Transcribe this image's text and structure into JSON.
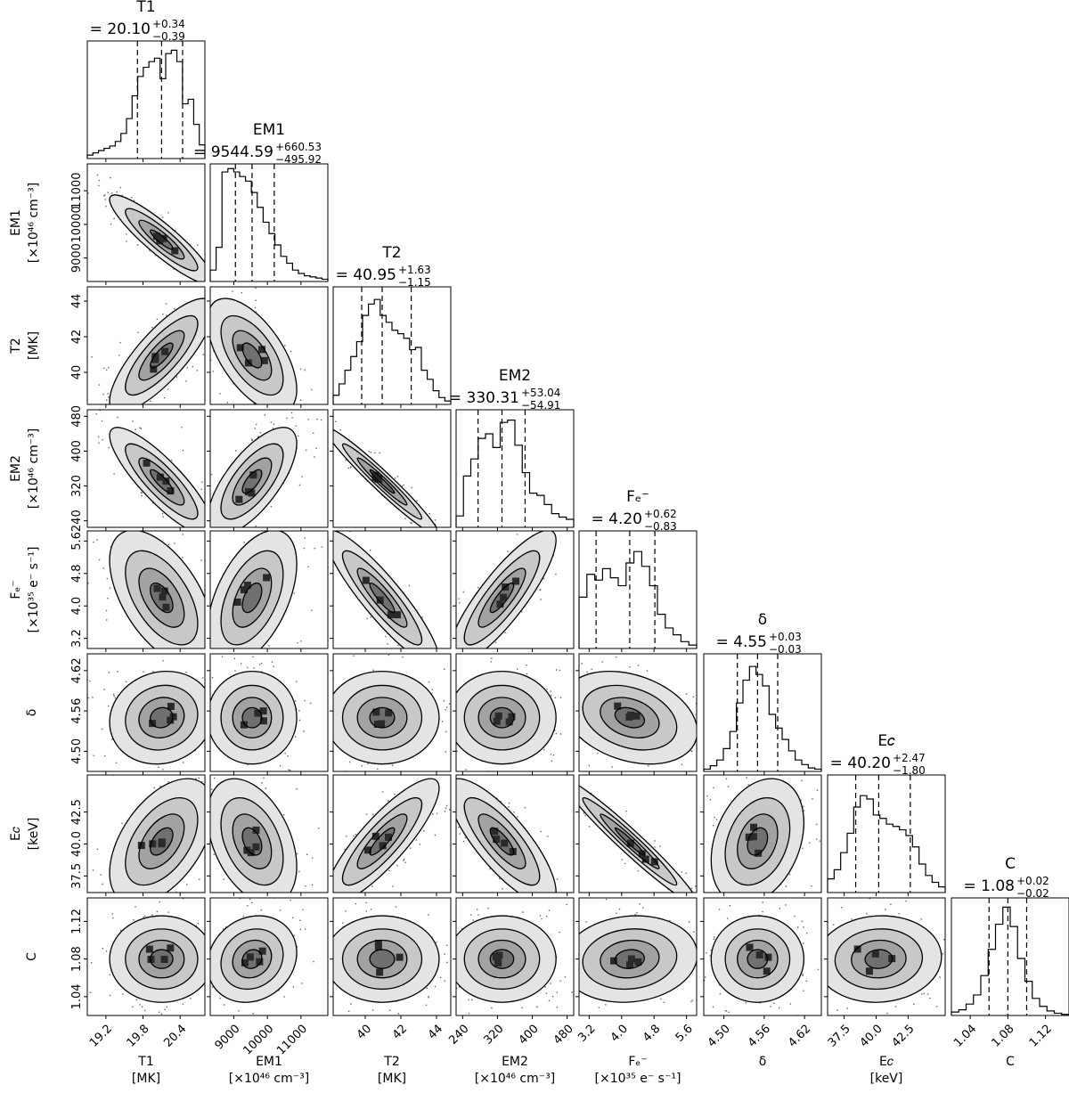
{
  "chart_data": {
    "type": "corner",
    "parameters": [
      {
        "key": "T1",
        "title_name": "T1",
        "median": "20.10",
        "plus": "+0.34",
        "minus": "−0.39",
        "range": [
          18.9,
          20.8
        ],
        "ticks": [
          19.2,
          19.8,
          20.4
        ],
        "tick_labels": [
          "19.2",
          "19.8",
          "20.4"
        ],
        "label_lines": [
          "T1",
          "[MK]"
        ],
        "quantiles": [
          19.71,
          20.1,
          20.44
        ],
        "hist": [
          0.03,
          0.05,
          0.07,
          0.09,
          0.11,
          0.15,
          0.22,
          0.35,
          0.55,
          0.72,
          0.8,
          0.85,
          0.88,
          0.7,
          0.92,
          0.95,
          0.85,
          0.48,
          0.52,
          0.3,
          0.12
        ]
      },
      {
        "key": "EM1",
        "title_name": "EM1",
        "median": "9544.59",
        "plus": "+660.53",
        "minus": "−495.92",
        "range": [
          8300,
          11800
        ],
        "ticks": [
          9000,
          10000,
          11000
        ],
        "tick_labels": [
          "9000",
          "10000",
          "11000"
        ],
        "label_lines": [
          "EM1",
          "[×10⁴⁶ cm⁻³]"
        ],
        "quantiles": [
          9049,
          9545,
          10205
        ],
        "hist": [
          0.1,
          0.3,
          0.96,
          0.99,
          0.96,
          0.92,
          0.88,
          0.78,
          0.65,
          0.52,
          0.42,
          0.32,
          0.22,
          0.16,
          0.1,
          0.07,
          0.05,
          0.04,
          0.03,
          0.02
        ]
      },
      {
        "key": "T2",
        "title_name": "T2",
        "median": "40.95",
        "plus": "+1.63",
        "minus": "−1.15",
        "range": [
          38.2,
          44.8
        ],
        "ticks": [
          40,
          42,
          44
        ],
        "tick_labels": [
          "40",
          "42",
          "44"
        ],
        "label_lines": [
          "T2",
          "[MK]"
        ],
        "quantiles": [
          39.8,
          40.95,
          42.58
        ],
        "hist": [
          0.08,
          0.18,
          0.3,
          0.42,
          0.55,
          0.78,
          0.88,
          0.92,
          0.78,
          0.72,
          0.65,
          0.62,
          0.58,
          0.48,
          0.5,
          0.3,
          0.22,
          0.12,
          0.06,
          0.03
        ]
      },
      {
        "key": "EM2",
        "title_name": "EM2",
        "median": "330.31",
        "plus": "+53.04",
        "minus": "−54.91",
        "range": [
          225,
          495
        ],
        "ticks": [
          240,
          320,
          400,
          480
        ],
        "tick_labels": [
          "240",
          "320",
          "400",
          "480"
        ],
        "label_lines": [
          "EM2",
          "[×10⁴⁶ cm⁻³]"
        ],
        "quantiles": [
          275.4,
          330.31,
          383.35
        ],
        "hist": [
          0.1,
          0.45,
          0.6,
          0.78,
          0.82,
          0.7,
          0.92,
          0.94,
          0.72,
          0.48,
          0.3,
          0.28,
          0.2,
          0.12,
          0.09,
          0.07
        ]
      },
      {
        "key": "Fe",
        "title_name": "Fₑ⁻",
        "median": "4.20",
        "plus": "+0.62",
        "minus": "−0.83",
        "range": [
          2.95,
          5.85
        ],
        "ticks": [
          3.2,
          4.0,
          4.8,
          5.6
        ],
        "tick_labels": [
          "3.2",
          "4.0",
          "4.8",
          "5.6"
        ],
        "label_lines": [
          "Fₑ⁻",
          "[×10³⁵ e⁻ s⁻¹]"
        ],
        "quantiles": [
          3.37,
          4.2,
          4.82
        ],
        "hist": [
          0.45,
          0.65,
          0.6,
          0.7,
          0.62,
          0.55,
          0.75,
          0.85,
          0.72,
          0.55,
          0.3,
          0.18,
          0.12,
          0.06,
          0.03
        ]
      },
      {
        "key": "delta",
        "title_name": "δ",
        "median": "4.55",
        "plus": "+0.03",
        "minus": "−0.03",
        "range": [
          4.47,
          4.645
        ],
        "ticks": [
          4.5,
          4.56,
          4.62
        ],
        "tick_labels": [
          "4.50",
          "4.56",
          "4.62"
        ],
        "label_lines": [
          "δ"
        ],
        "quantiles": [
          4.52,
          4.55,
          4.58
        ],
        "hist": [
          0.02,
          0.05,
          0.1,
          0.2,
          0.35,
          0.6,
          0.8,
          0.92,
          0.85,
          0.75,
          0.5,
          0.38,
          0.28,
          0.18,
          0.1,
          0.06,
          0.03,
          0.02
        ]
      },
      {
        "key": "Ec",
        "title_name": "E𝑐",
        "median": "40.20",
        "plus": "+2.47",
        "minus": "−1.80",
        "range": [
          36.2,
          45.4
        ],
        "ticks": [
          37.5,
          40.0,
          42.5
        ],
        "tick_labels": [
          "37.5",
          "40.0",
          "42.5"
        ],
        "label_lines": [
          "E𝑐",
          "[keV]"
        ],
        "quantiles": [
          38.4,
          40.2,
          42.67
        ],
        "hist": [
          0.12,
          0.2,
          0.35,
          0.52,
          0.75,
          0.85,
          0.82,
          0.68,
          0.65,
          0.6,
          0.58,
          0.55,
          0.5,
          0.4,
          0.25,
          0.15,
          0.09,
          0.05
        ]
      },
      {
        "key": "C",
        "title_name": "C",
        "median": "1.08",
        "plus": "+0.02",
        "minus": "−0.02",
        "range": [
          1.02,
          1.145
        ],
        "ticks": [
          1.04,
          1.08,
          1.12
        ],
        "tick_labels": [
          "1.04",
          "1.08",
          "1.12"
        ],
        "label_lines": [
          "C"
        ],
        "quantiles": [
          1.06,
          1.08,
          1.1
        ],
        "hist": [
          0.03,
          0.05,
          0.1,
          0.18,
          0.35,
          0.58,
          0.8,
          0.95,
          0.78,
          0.5,
          0.3,
          0.15,
          0.08,
          0.04,
          0.02,
          0.01
        ]
      }
    ],
    "y_tick_labels": {
      "EM1": [
        "9000",
        "10000",
        "11000"
      ],
      "T2": [
        "40",
        "42",
        "44"
      ],
      "EM2": [
        "240",
        "320",
        "400",
        "480"
      ],
      "Fe": [
        "3.2",
        "4.0",
        "4.8",
        "5.6"
      ],
      "delta": [
        "4.50",
        "4.56",
        "4.62"
      ],
      "Ec": [
        "37.5",
        "40.0",
        "42.5"
      ],
      "C": [
        "1.04",
        "1.08",
        "1.12"
      ]
    },
    "correlations": [
      [
        1,
        -0.9,
        0.8,
        -0.85,
        -0.55,
        0.1,
        0.5,
        0.0
      ],
      [
        -0.9,
        1,
        -0.6,
        0.7,
        0.5,
        0.0,
        -0.4,
        0.15
      ],
      [
        0.8,
        -0.6,
        1,
        -0.97,
        -0.9,
        0.0,
        0.85,
        0.0
      ],
      [
        -0.85,
        0.7,
        -0.97,
        1,
        0.85,
        0.0,
        -0.8,
        0.0
      ],
      [
        -0.55,
        0.5,
        -0.9,
        0.85,
        1,
        -0.3,
        -0.97,
        0.1
      ],
      [
        0.1,
        0.0,
        0.0,
        0.0,
        -0.3,
        1,
        0.3,
        0.0
      ],
      [
        0.5,
        -0.4,
        0.85,
        -0.8,
        -0.97,
        0.3,
        1,
        0.05
      ],
      [
        0.0,
        0.15,
        0.0,
        0.0,
        0.1,
        0.0,
        0.05,
        1
      ]
    ],
    "grid": false
  }
}
